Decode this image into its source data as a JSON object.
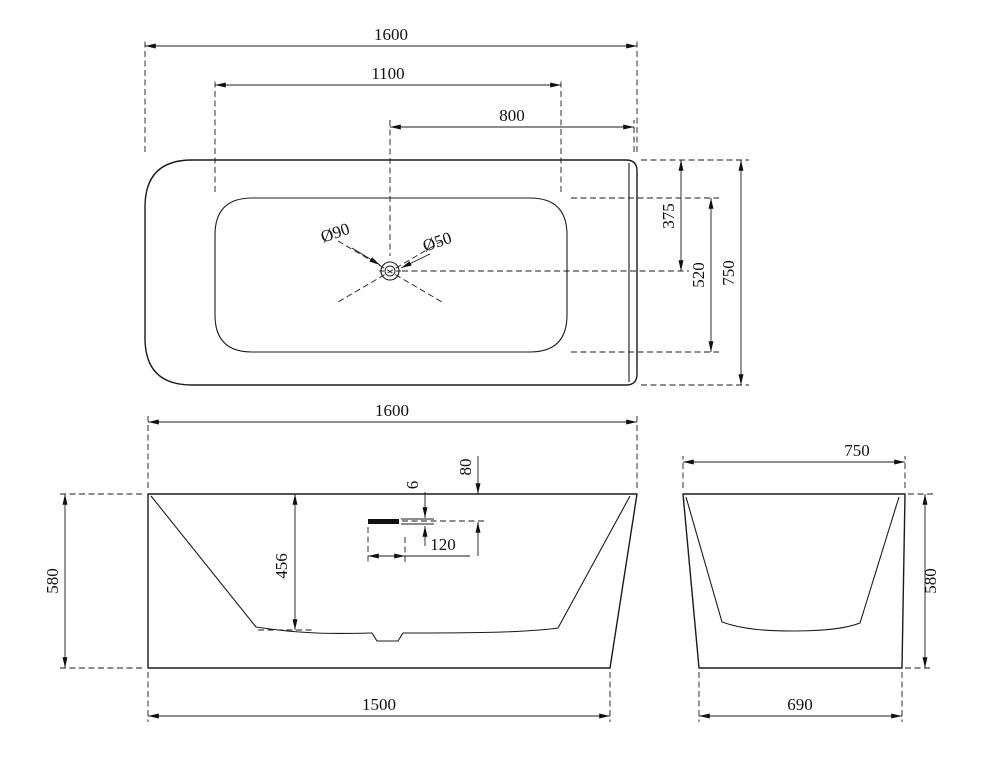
{
  "drawing": {
    "title": "bathtub-three-view-technical-drawing",
    "top": {
      "length": "1600",
      "inner_length": "1100",
      "drain_offset": "800",
      "edge_to_drain": "375",
      "inner_width": "520",
      "width": "750",
      "drain_outer": "Ø90",
      "drain_inner": "Ø50"
    },
    "front": {
      "length": "1600",
      "height": "580",
      "depth": "456",
      "overflow_drop": "80",
      "overflow_slot": "6",
      "overflow_offset": "120",
      "base_length": "1500"
    },
    "side": {
      "width": "750",
      "height": "580",
      "base_width": "690"
    }
  }
}
